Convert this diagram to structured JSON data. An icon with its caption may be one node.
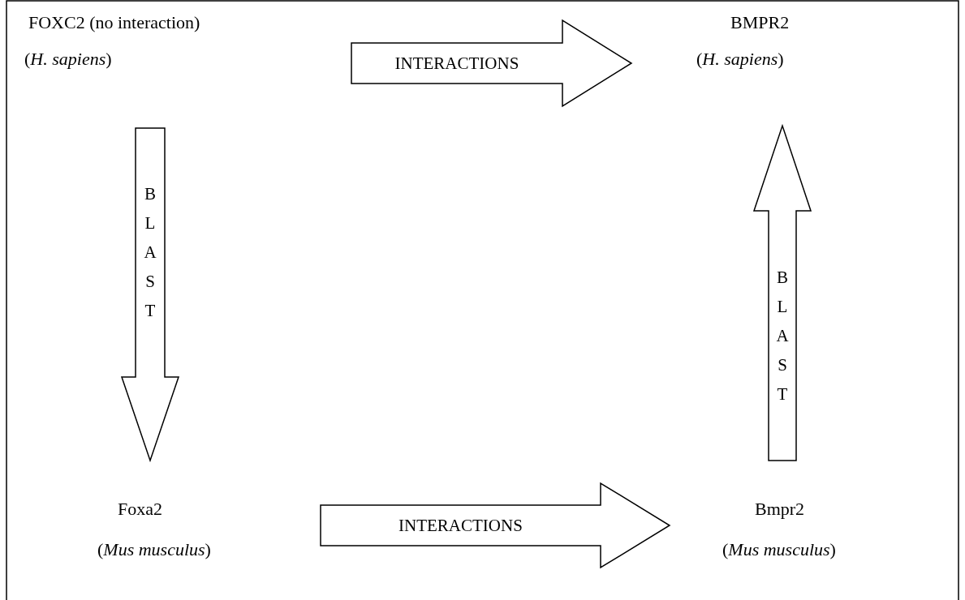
{
  "diagram": {
    "nodes": [
      {
        "text": [
          "FOXC2 (no interaction)",
          "(*H. sapiens*)"
        ]
      },
      {
        "text": [
          "BMPR2",
          "(*H. sapiens*)"
        ]
      },
      {
        "text": [
          "Foxa2",
          "(*Mus musculus*)"
        ]
      },
      {
        "text": [
          "Bmpr2",
          "(*Mus musculus*)"
        ]
      }
    ],
    "edges": [
      {
        "from": 0,
        "to": 1,
        "arrow": "to",
        "label": "INTERACTIONS"
      },
      {
        "from": 0,
        "to": 2,
        "arrow": "to",
        "label": "BLAST"
      },
      {
        "from": 2,
        "to": 3,
        "arrow": "to",
        "label": "INTERACTIONS"
      },
      {
        "from": 3,
        "to": 1,
        "arrow": "to",
        "label": "BLAST"
      }
    ]
  }
}
